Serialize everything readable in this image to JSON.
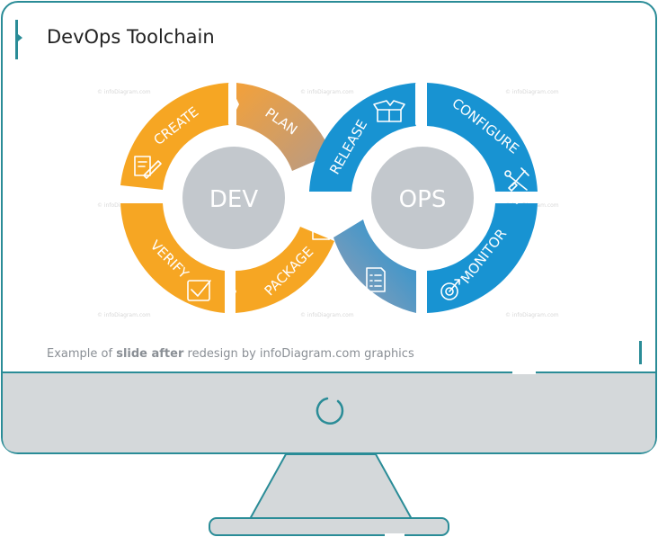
{
  "slide": {
    "title": "DevOps Toolchain",
    "caption": {
      "prefix": "Example of ",
      "bold": "slide after",
      "suffix": " redesign by infoDiagram.com graphics"
    },
    "watermark": "© infoDiagram.com"
  },
  "diagram": {
    "hubs": {
      "dev": "DEV",
      "ops": "OPS"
    },
    "stages": [
      {
        "key": "create",
        "label": "CREATE",
        "icon": "document-edit-icon"
      },
      {
        "key": "plan",
        "label": "PLAN",
        "icon": "none"
      },
      {
        "key": "verify",
        "label": "VERIFY",
        "icon": "checkbox-icon"
      },
      {
        "key": "package",
        "label": "PACKAGE",
        "icon": "box-icon"
      },
      {
        "key": "release",
        "label": "RELEASE",
        "icon": "open-box-icon"
      },
      {
        "key": "configure",
        "label": "CONFIGURE",
        "icon": "tools-icon"
      },
      {
        "key": "monitor",
        "label": "MONITOR",
        "icon": "target-chart-icon"
      },
      {
        "key": "checklist",
        "label": "",
        "icon": "checklist-icon"
      }
    ]
  },
  "colors": {
    "orange": "#f6a623",
    "orange_light": "#f3a94e",
    "blue": "#1893d2",
    "blue_light": "#2ba0de",
    "hub": "#c3c8cd",
    "frame": "#2a8c97",
    "stand": "#d4d8da"
  }
}
